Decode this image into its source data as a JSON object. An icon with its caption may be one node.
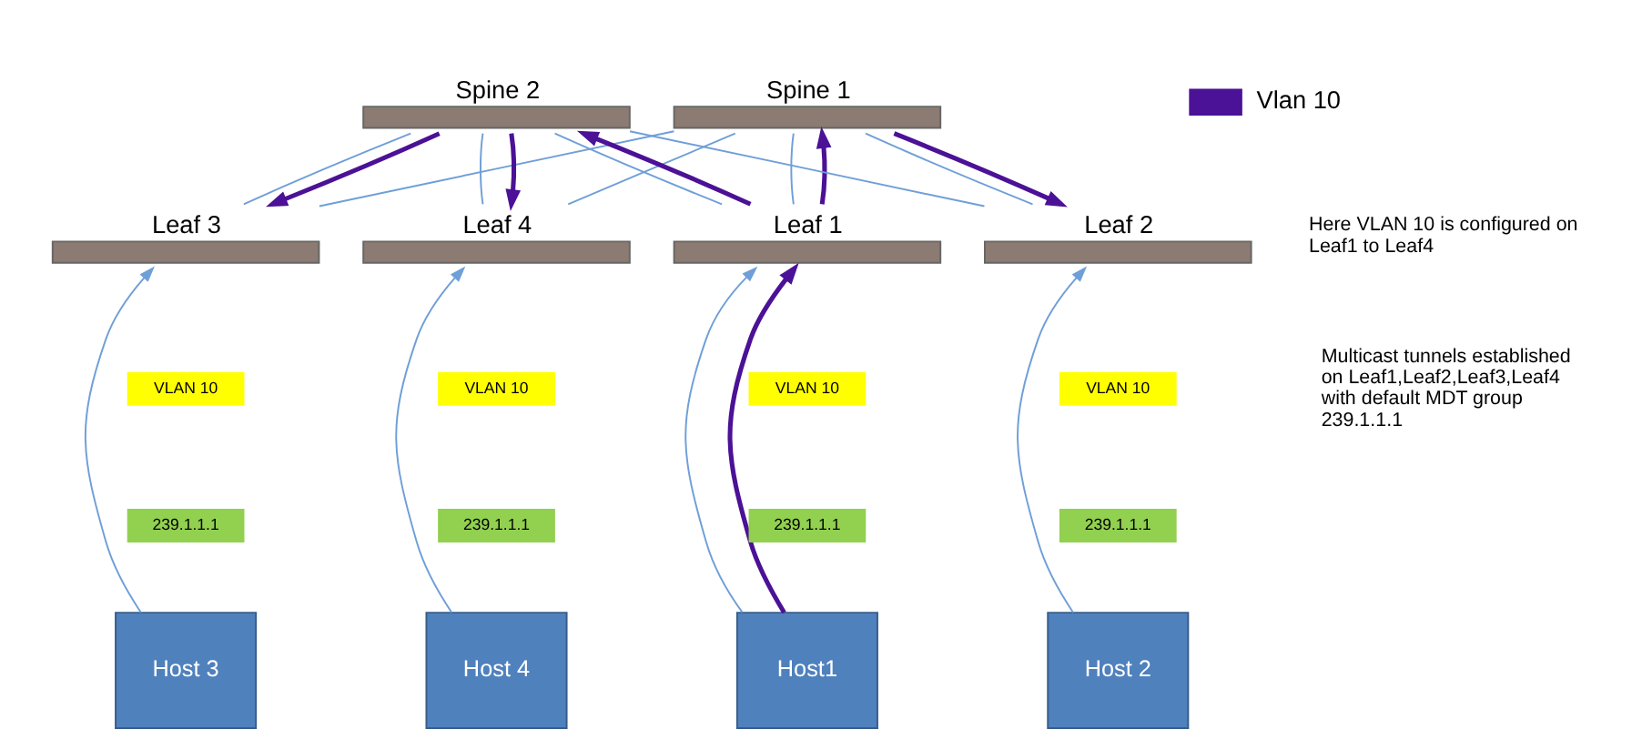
{
  "diagram": {
    "nodes": [
      {
        "text": [
          "Spine 1"
        ]
      },
      {
        "text": [
          "Spine 2"
        ]
      },
      {
        "text": [
          "Leaf 1"
        ]
      },
      {
        "text": [
          "Leaf 2"
        ]
      },
      {
        "text": [
          "Leaf 3"
        ]
      },
      {
        "text": [
          "Leaf 4"
        ]
      },
      {
        "text": [
          "VLAN 10"
        ]
      },
      {
        "text": [
          "VLAN 10"
        ]
      },
      {
        "text": [
          "VLAN 10"
        ]
      },
      {
        "text": [
          "VLAN 10"
        ]
      },
      {
        "text": [
          "239.1.1.1"
        ]
      },
      {
        "text": [
          "239.1.1.1"
        ]
      },
      {
        "text": [
          "239.1.1.1"
        ]
      },
      {
        "text": [
          "239.1.1.1"
        ]
      },
      {
        "text": [
          "Host1"
        ]
      },
      {
        "text": [
          "Host 2"
        ]
      },
      {
        "text": [
          "Host 3"
        ]
      },
      {
        "text": [
          "Host 4"
        ]
      }
    ],
    "edges": [
      {
        "from": 0,
        "to": 2,
        "arrow": "none"
      },
      {
        "from": 0,
        "to": 3,
        "arrow": "none"
      },
      {
        "from": 0,
        "to": 4,
        "arrow": "none"
      },
      {
        "from": 0,
        "to": 5,
        "arrow": "none"
      },
      {
        "from": 1,
        "to": 2,
        "arrow": "none"
      },
      {
        "from": 1,
        "to": 3,
        "arrow": "none"
      },
      {
        "from": 1,
        "to": 4,
        "arrow": "none"
      },
      {
        "from": 1,
        "to": 5,
        "arrow": "none"
      },
      {
        "from": 14,
        "to": 2,
        "arrow": "to"
      },
      {
        "from": 15,
        "to": 3,
        "arrow": "to"
      },
      {
        "from": 16,
        "to": 4,
        "arrow": "to"
      },
      {
        "from": 17,
        "to": 5,
        "arrow": "to"
      },
      {
        "from": 14,
        "to": 2,
        "arrow": "to",
        "style": "thick",
        "color": "#4b1196"
      },
      {
        "from": 2,
        "to": 0,
        "arrow": "to",
        "style": "thick",
        "color": "#4b1196"
      },
      {
        "from": 0,
        "to": 3,
        "arrow": "to",
        "style": "thick",
        "color": "#4b1196"
      },
      {
        "from": 2,
        "to": 1,
        "arrow": "to",
        "style": "thick",
        "color": "#4b1196"
      },
      {
        "from": 1,
        "to": 4,
        "arrow": "to",
        "style": "thick",
        "color": "#4b1196"
      },
      {
        "from": 1,
        "to": 5,
        "arrow": "to",
        "style": "thick",
        "color": "#4b1196"
      }
    ],
    "labels": [
      "Here VLAN 10 is configured on Leaf1 to Leaf4",
      "Multicast tunnels established on Leaf1,Leaf2,Leaf3,Leaf4 with default MDT group 239.1.1.1"
    ],
    "legend": [
      {
        "text": "Vlan 10"
      }
    ]
  }
}
